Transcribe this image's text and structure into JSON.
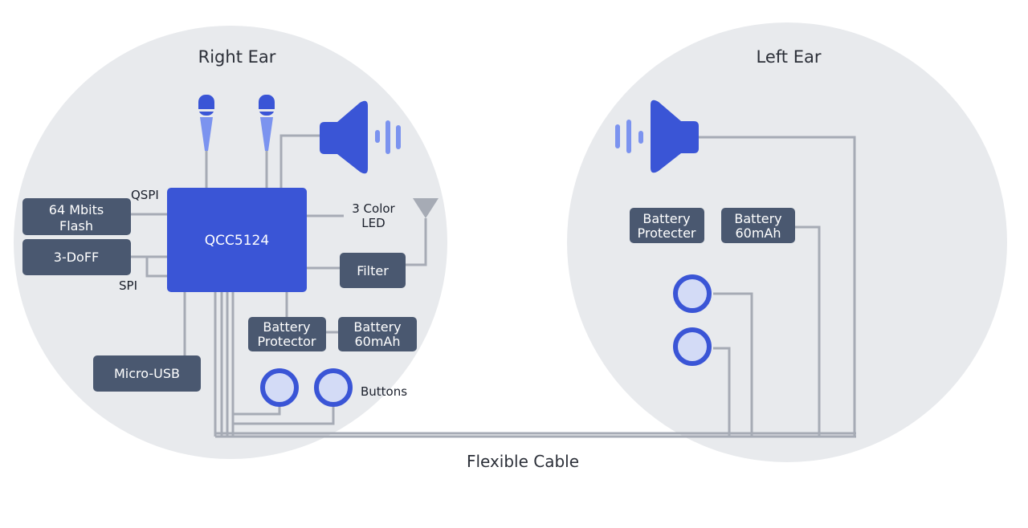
{
  "right_ear": {
    "title": "Right Ear",
    "chip": "QCC5124",
    "flash": [
      "64 Mbits",
      "Flash"
    ],
    "imu": "3-DoFF",
    "qspi": "QSPI",
    "spi": "SPI",
    "led": [
      "3 Color",
      "LED"
    ],
    "filter": "Filter",
    "battery_protector": [
      "Battery",
      "Protector"
    ],
    "battery": [
      "Battery",
      "60mAh"
    ],
    "usb": "Micro-USB",
    "buttons": "Buttons"
  },
  "left_ear": {
    "title": "Left Ear",
    "battery_protector": [
      "Battery",
      "Protecter"
    ],
    "battery": [
      "Battery",
      "60mAh"
    ]
  },
  "cable": {
    "label": "Flexible Cable"
  },
  "colors": {
    "ear_bg": "#e8eaed",
    "chip": "#3a55d6",
    "box": "#4a5870",
    "wire": "#a6abb5",
    "mic_light": "#7b93ef",
    "button_fill": "#d3dbf6"
  },
  "icons": [
    "microphone-icon",
    "speaker-icon",
    "antenna-icon",
    "button-icon"
  ]
}
